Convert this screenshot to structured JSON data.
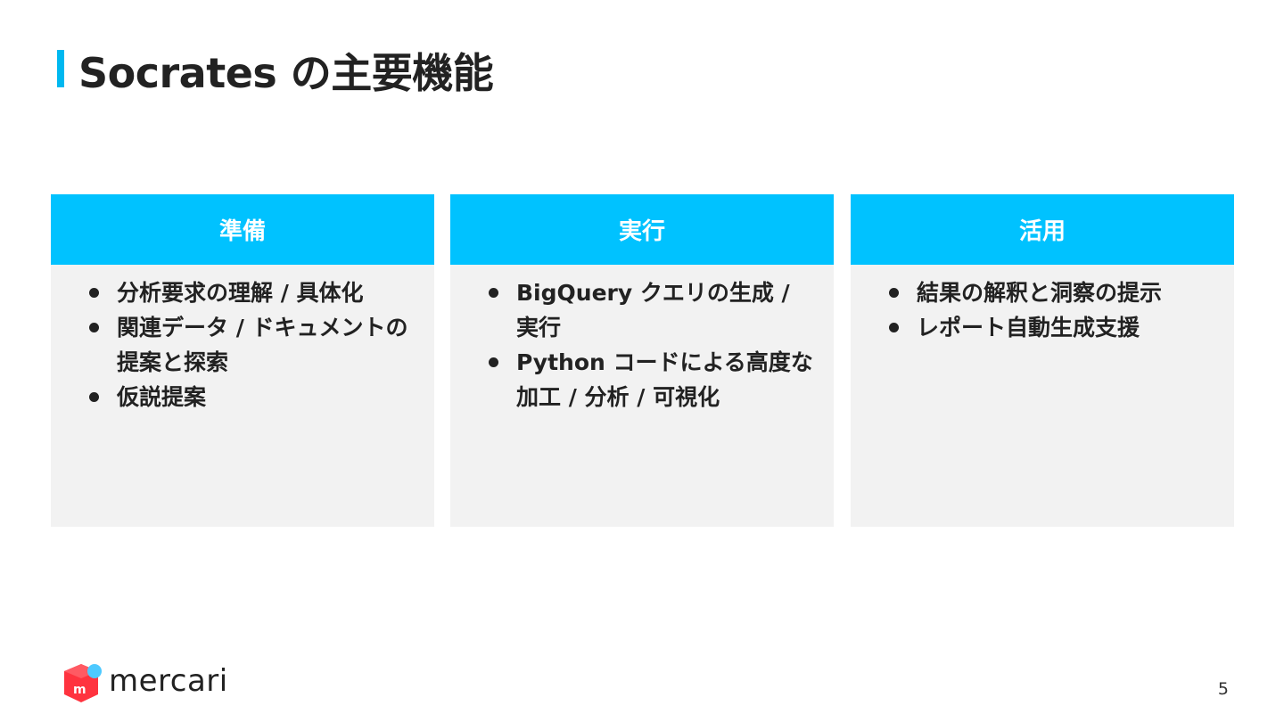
{
  "slide": {
    "title": "Socrates の主要機能",
    "page_number": "5"
  },
  "colors": {
    "accent": "#00c2ff",
    "title_bar": "#00b8f0",
    "card_body": "#f2f2f2",
    "logo_red": "#ff333f",
    "logo_blue": "#4dc9ff"
  },
  "columns": [
    {
      "header": "準備",
      "items": [
        "分析要求の理解 / 具体化",
        "関連データ / ドキュメントの提案と探索",
        "仮説提案"
      ]
    },
    {
      "header": "実行",
      "items": [
        "BigQuery クエリの生成 / 実行",
        "Python コードによる高度な加工 / 分析 / 可視化"
      ]
    },
    {
      "header": "活用",
      "items": [
        "結果の解釈と洞察の提示",
        "レポート自動生成支援"
      ]
    }
  ],
  "logo": {
    "text": "mercari",
    "icon": "mercari-box-icon",
    "icon_letter": "m"
  }
}
